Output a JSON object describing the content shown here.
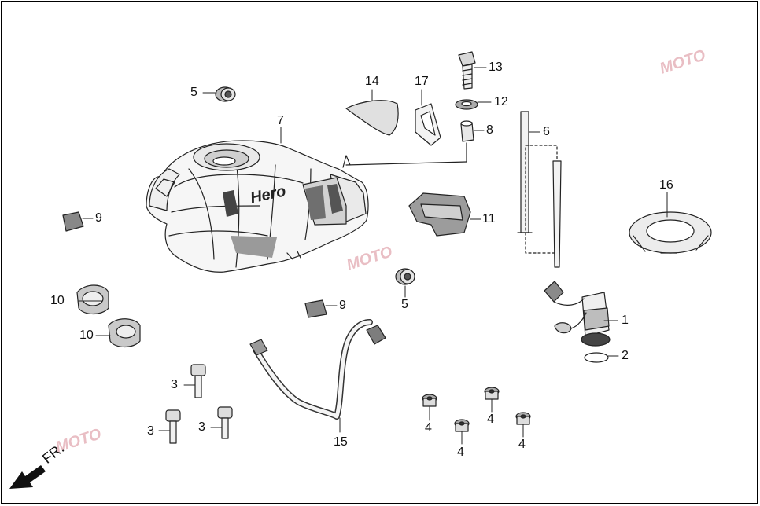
{
  "diagram": {
    "callouts": [
      {
        "id": "c1",
        "text": "1"
      },
      {
        "id": "c2",
        "text": "2"
      },
      {
        "id": "c3a",
        "text": "3"
      },
      {
        "id": "c3b",
        "text": "3"
      },
      {
        "id": "c3c",
        "text": "3"
      },
      {
        "id": "c4a",
        "text": "4"
      },
      {
        "id": "c4b",
        "text": "4"
      },
      {
        "id": "c4c",
        "text": "4"
      },
      {
        "id": "c4d",
        "text": "4"
      },
      {
        "id": "c5a",
        "text": "5"
      },
      {
        "id": "c5b",
        "text": "5"
      },
      {
        "id": "c6",
        "text": "6"
      },
      {
        "id": "c7",
        "text": "7"
      },
      {
        "id": "c8",
        "text": "8"
      },
      {
        "id": "c9a",
        "text": "9"
      },
      {
        "id": "c9b",
        "text": "9"
      },
      {
        "id": "c10a",
        "text": "10"
      },
      {
        "id": "c10b",
        "text": "10"
      },
      {
        "id": "c11",
        "text": "11"
      },
      {
        "id": "c12",
        "text": "12"
      },
      {
        "id": "c13",
        "text": "13"
      },
      {
        "id": "c14",
        "text": "14"
      },
      {
        "id": "c15",
        "text": "15"
      },
      {
        "id": "c16",
        "text": "16"
      },
      {
        "id": "c17",
        "text": "17"
      }
    ],
    "direction_label": "FR.",
    "tank_brand": "Hero",
    "watermark_text": "MOTO",
    "colors": {
      "line": "#222222",
      "fill_light": "#e6e6e6",
      "fill_mid": "#b5b5b5",
      "fill_dark": "#6f6f6f",
      "watermark": "#d88a95"
    }
  }
}
